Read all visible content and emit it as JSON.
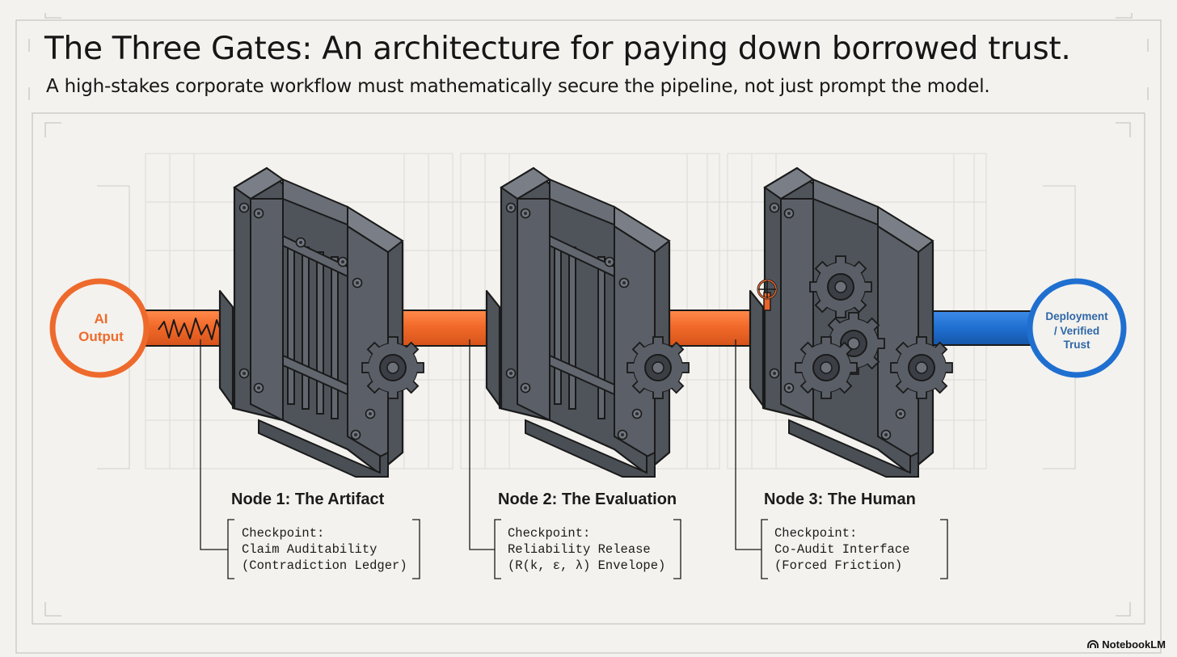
{
  "title": "The Three Gates: An architecture for paying down borrowed trust.",
  "subtitle": "A high-stakes corporate workflow must mathematically secure the pipeline, not just prompt the model.",
  "input_node": {
    "label_line1": "AI",
    "label_line2": "Output"
  },
  "output_node": {
    "label_line1": "Deployment",
    "label_line2": "/ Verified",
    "label_line3": "Trust"
  },
  "gates": [
    {
      "title": "Node 1: The Artifact",
      "line1": "Checkpoint:",
      "line2": "Claim Auditability",
      "line3": "(Contradiction Ledger)"
    },
    {
      "title": "Node 2: The Evaluation",
      "line1": "Checkpoint:",
      "line2": "Reliability Release",
      "line3": "(R(k, ε, λ) Envelope)"
    },
    {
      "title": "Node 3: The Human",
      "line1": "Checkpoint:",
      "line2": "Co-Audit Interface",
      "line3": "(Forced Friction)"
    }
  ],
  "brand": {
    "name": "NotebookLM"
  },
  "colors": {
    "background": "#f3f2ee",
    "pipe_orange": "#f26a2a",
    "pipe_blue": "#1f6fd0",
    "gate_metal": "#5c6169",
    "output_blue": "#2f67a8"
  },
  "icons": {
    "input": "waveform-icon",
    "gears": "gear-icon",
    "valve": "valve-icon"
  }
}
